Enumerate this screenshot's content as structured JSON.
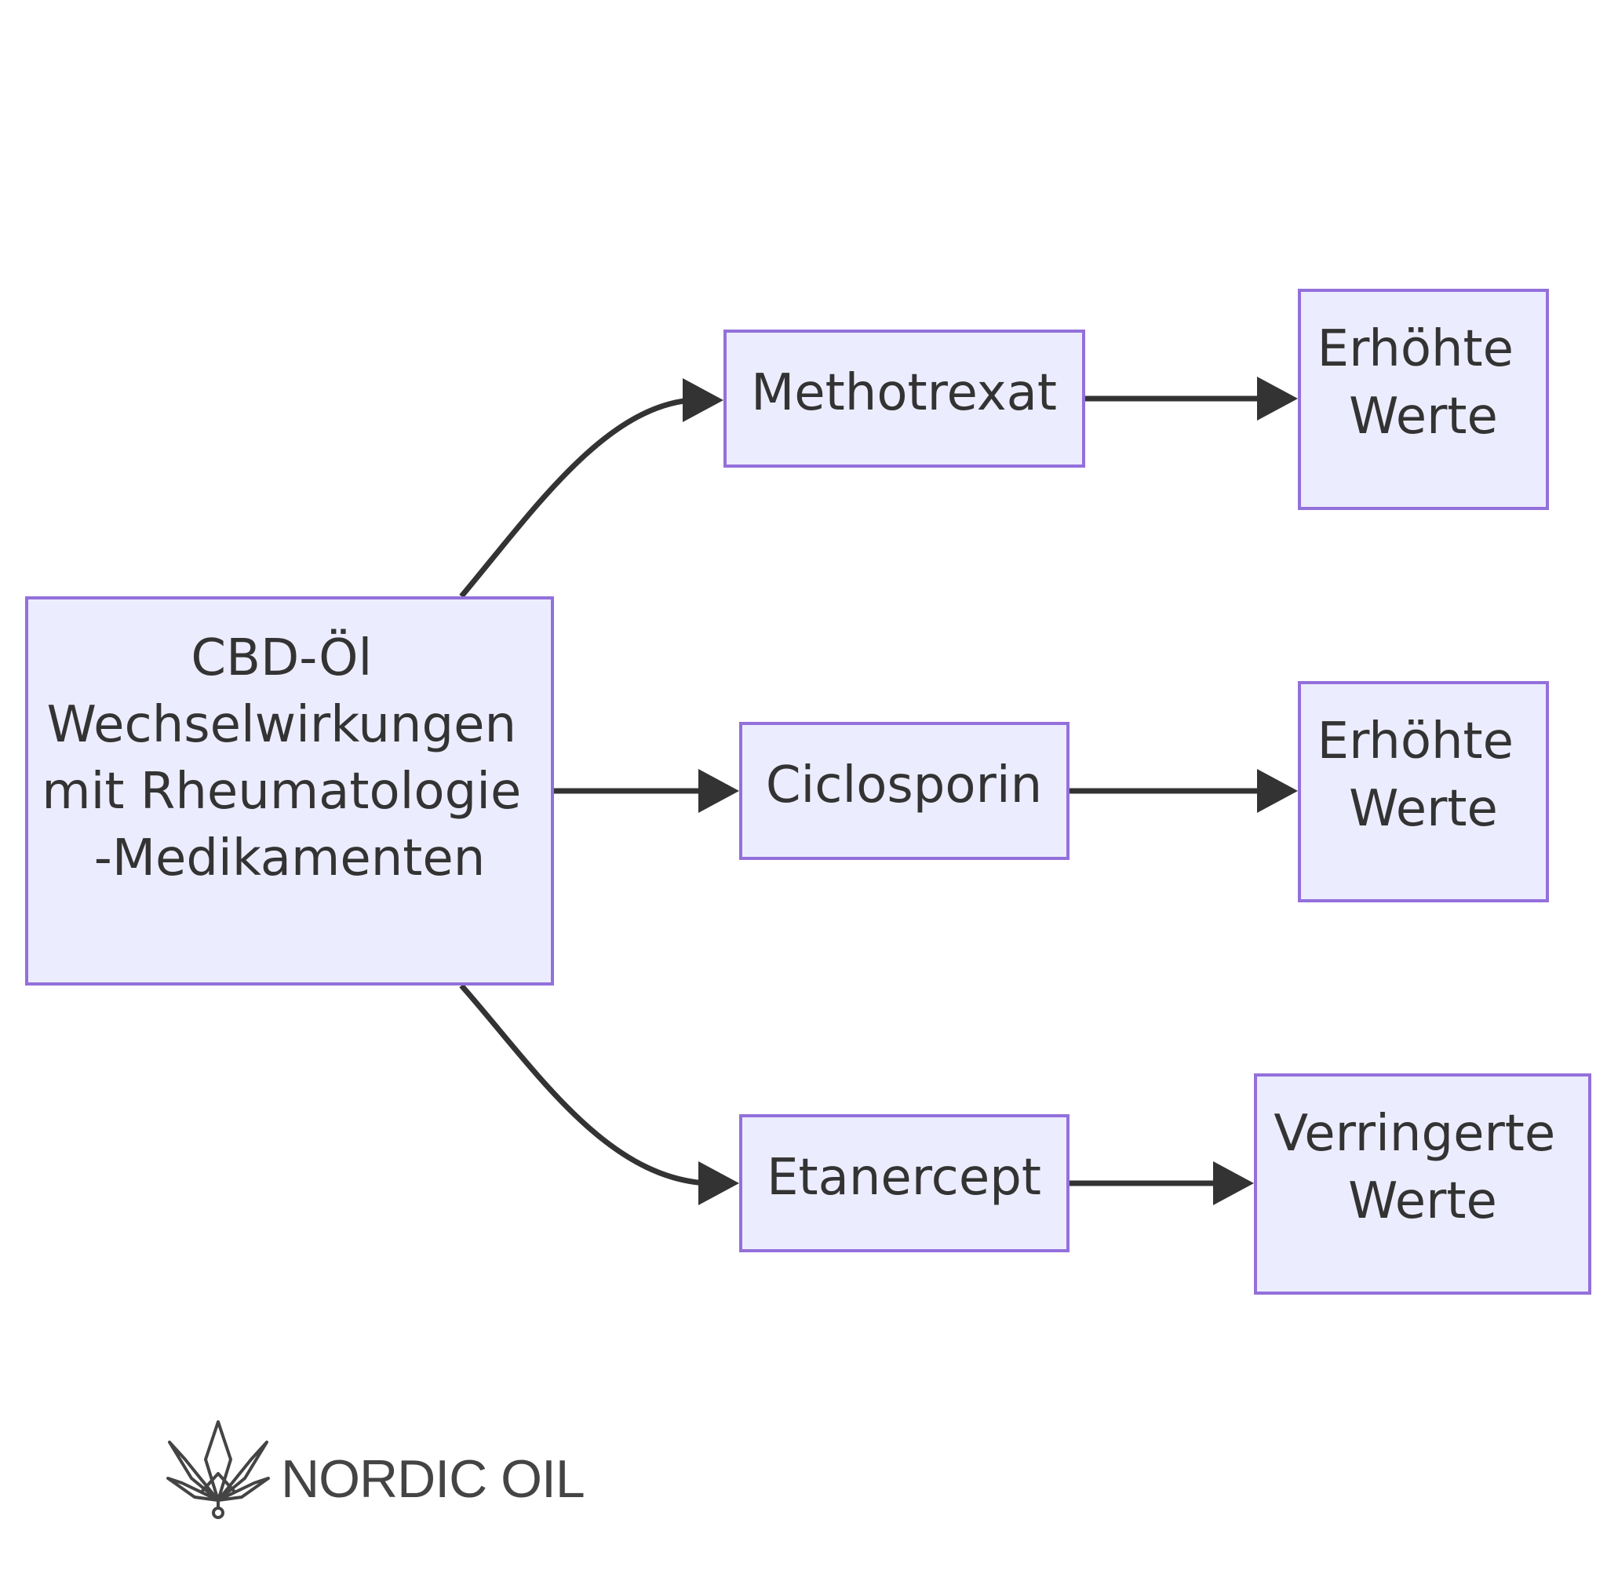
{
  "diagram": {
    "type": "flowchart",
    "direction": "left-to-right",
    "root": {
      "label_lines": [
        "CBD-Öl",
        "Wechselwirkungen",
        "mit Rheumatologie",
        "-Medikamenten"
      ]
    },
    "medications": [
      {
        "label": "Methotrexat",
        "effect_lines": [
          "Erhöhte",
          "Werte"
        ]
      },
      {
        "label": "Ciclosporin",
        "effect_lines": [
          "Erhöhte",
          "Werte"
        ]
      },
      {
        "label": "Etanercept",
        "effect_lines": [
          "Verringerte",
          "Werte"
        ]
      }
    ],
    "colors": {
      "node_fill": "#ECECFF",
      "node_border": "#9370DB",
      "text": "#333333",
      "edge": "#333333"
    }
  },
  "brand": {
    "logo_text": "NORDIC OIL",
    "logo_icon": "cannabis-leaf-icon"
  }
}
